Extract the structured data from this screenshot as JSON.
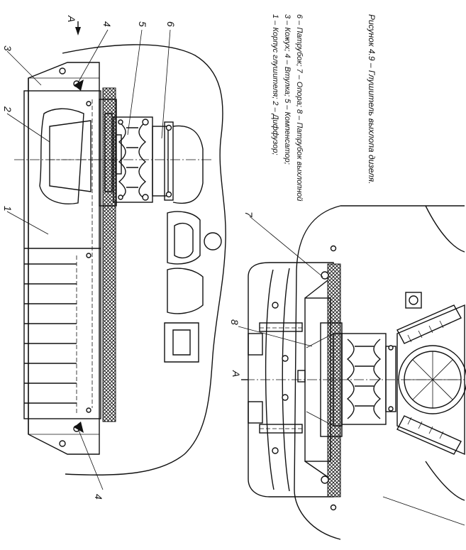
{
  "view_marker": "A",
  "callouts": {
    "c1": "1",
    "c2": "2",
    "c3": "3",
    "c4_top": "4",
    "c4_bottom": "4",
    "c5": "5",
    "c6": "6",
    "c7": "7",
    "c8": "8",
    "section_a": "A"
  },
  "legend": {
    "line1": "1 – Корпус глушителя; 2 – Диффузор;",
    "line2": "3 – Кожух; 4 – Втулка; 5 – Компенсатор;",
    "line3": "6 – Патрубок; 7 – Опора; 8 – Патрубок выхлопной"
  },
  "caption": "Рисунок 4.9 – Глушитель выхлопа дизеля."
}
